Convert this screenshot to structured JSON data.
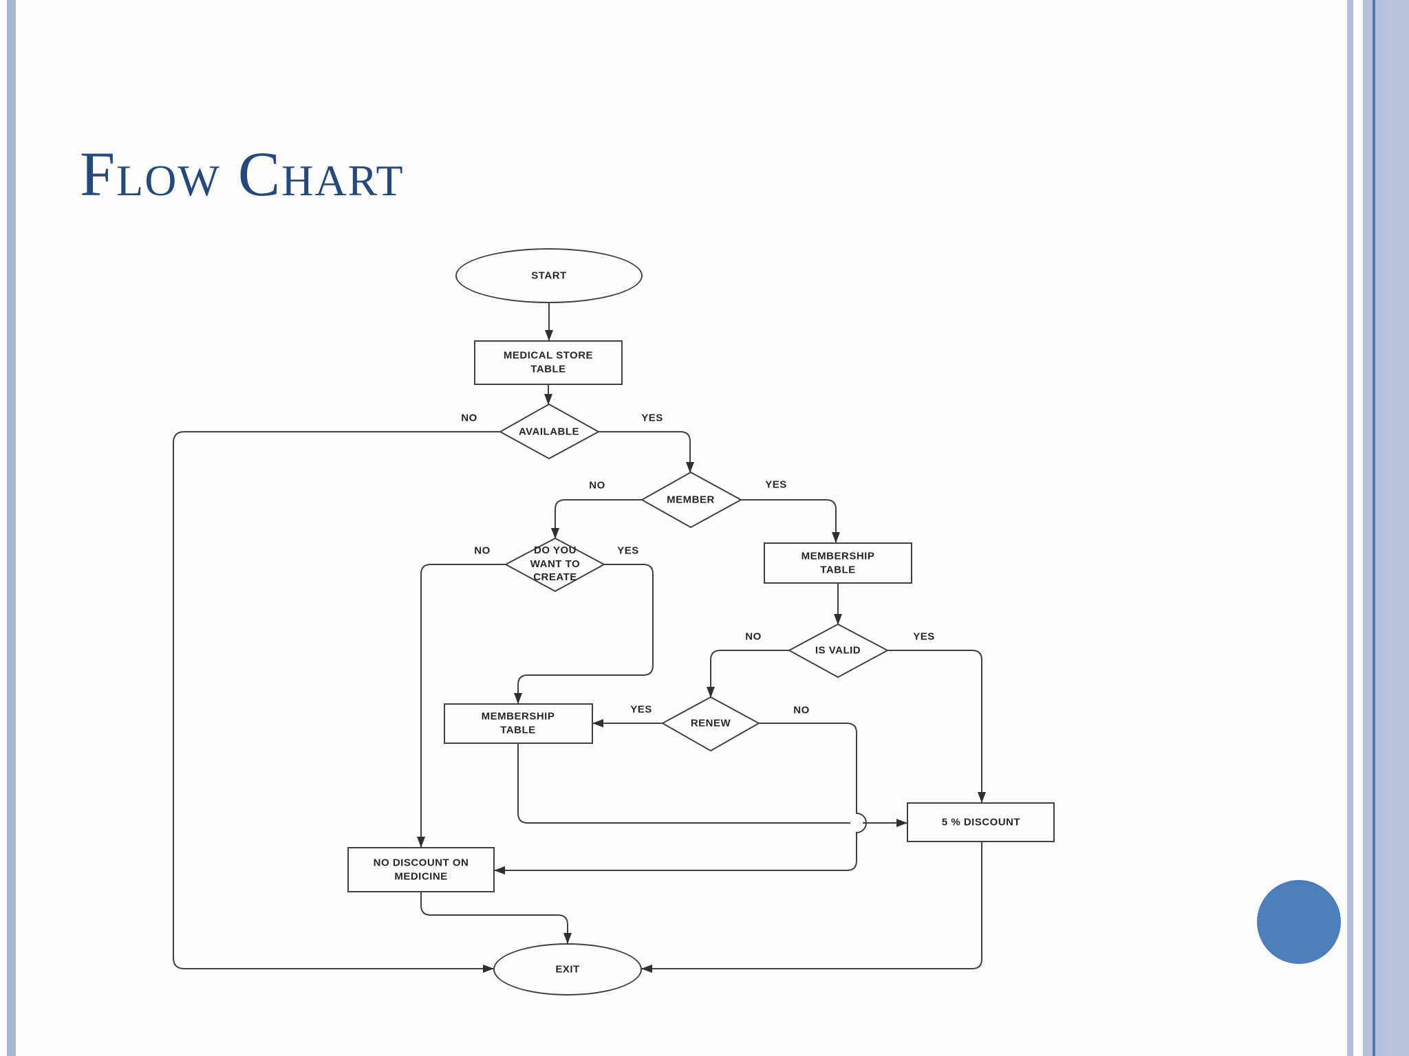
{
  "slide": {
    "title": "Flow Chart",
    "decorations": {
      "circle_color": "#4d7eba",
      "left_stripe_color": "#a9b7d6",
      "right_stripe_color": "#b5c1da",
      "right_accent_line_color": "#5276ae",
      "title_color": "#26497b"
    }
  },
  "flowchart": {
    "line_color": "#404040",
    "nodes": {
      "start": "START",
      "medical_store": "MEDICAL STORE TABLE",
      "available": "AVAILABLE",
      "member": "MEMBER",
      "create": "DO YOU WANT TO CREATE",
      "membership_right": "MEMBERSHIP TABLE",
      "is_valid": "IS VALID",
      "renew": "RENEW",
      "membership_left": "MEMBERSHIP TABLE",
      "discount": "5 % DISCOUNT",
      "no_discount": "NO DISCOUNT ON MEDICINE",
      "exit": "EXIT"
    },
    "edge_labels": {
      "available_no": "NO",
      "available_yes": "YES",
      "member_no": "NO",
      "member_yes": "YES",
      "create_no": "NO",
      "create_yes": "YES",
      "is_valid_no": "NO",
      "is_valid_yes": "YES",
      "renew_yes": "YES",
      "renew_no": "NO"
    }
  }
}
